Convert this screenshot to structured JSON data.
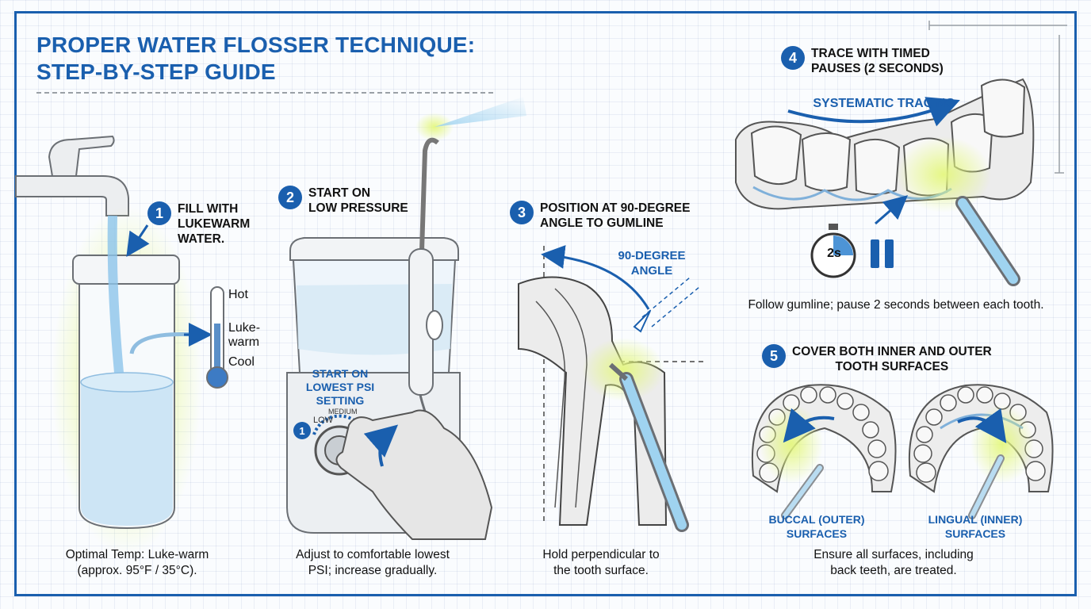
{
  "title": {
    "line1": "PROPER WATER FLOSSER TECHNIQUE:",
    "line2": "STEP-BY-STEP GUIDE"
  },
  "steps": [
    {
      "number": "1",
      "label": "FILL WITH\nLUKEWARM\nWATER."
    },
    {
      "number": "2",
      "label": "START ON\nLOW PRESSURE"
    },
    {
      "number": "3",
      "label": "POSITION AT 90-DEGREE\nANGLE TO GUMLINE"
    },
    {
      "number": "4",
      "label": "TRACE WITH TIMED\nPAUSES (2 SECONDS)"
    },
    {
      "number": "5",
      "label": "COVER BOTH INNER AND OUTER\nTOOTH SURFACES"
    }
  ],
  "thermometer": {
    "hot": "Hot",
    "lukewarm": "Luke-\nwarm",
    "cool": "Cool"
  },
  "flosser": {
    "callout": "START ON\nLOWEST PSI\nSETTING",
    "dial_low": "LOW",
    "dial_medium": "MEDIUM",
    "dial_badge": "1"
  },
  "angle_label": "90-DEGREE\nANGLE",
  "tracing_label": "SYSTEMATIC TRACING",
  "timer_label": "2s",
  "surfaces": {
    "buccal": "BUCCAL (OUTER)\nSURFACES",
    "lingual": "LINGUAL (INNER)\nSURFACES"
  },
  "captions": {
    "step1": "Optimal Temp: Luke-warm\n(approx. 95°F / 35°C).",
    "step2": "Adjust to comfortable lowest\nPSI; increase gradually.",
    "step3": "Hold perpendicular to\nthe tooth surface.",
    "step4": "Follow gumline; pause 2 seconds between each tooth.",
    "step5": "Ensure all surfaces, including\nback teeth, are treated."
  },
  "colors": {
    "brand_blue": "#1a5fae",
    "glow": "#d9f27a",
    "water": "#bcdcf2"
  }
}
